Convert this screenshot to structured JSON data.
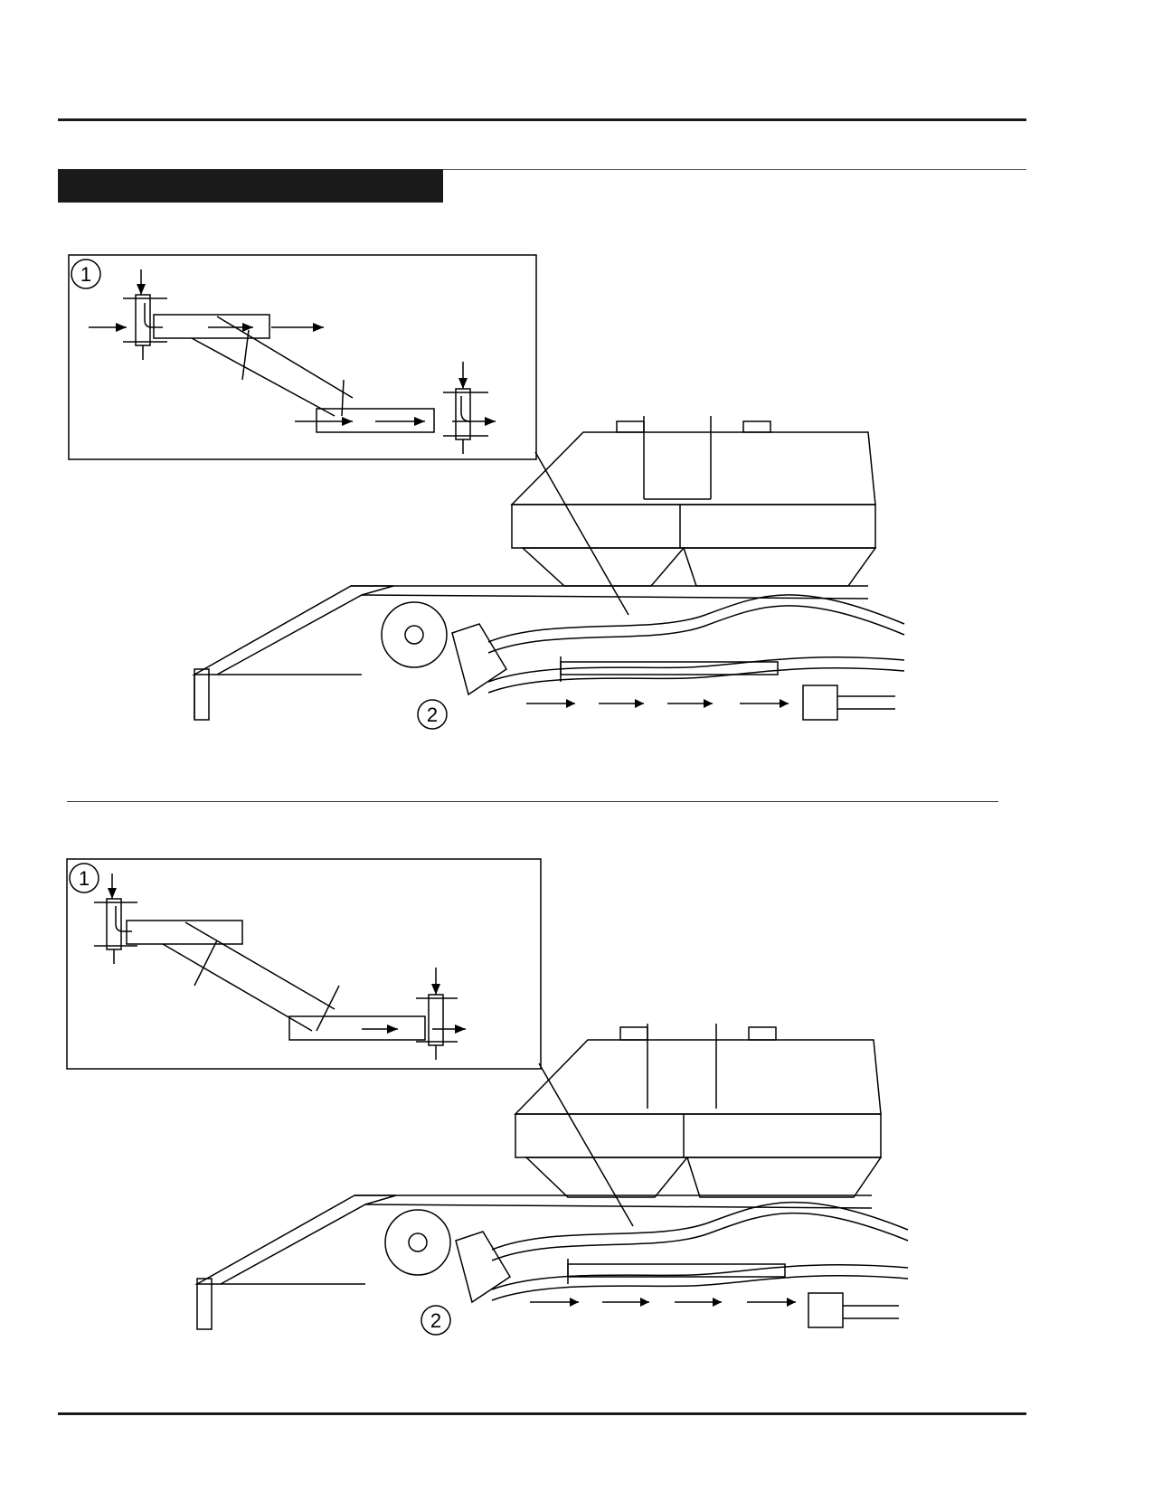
{
  "figures": [
    {
      "callouts": [
        {
          "id": "callout-1",
          "label": "1"
        },
        {
          "id": "callout-2",
          "label": "2"
        }
      ]
    },
    {
      "callouts": [
        {
          "id": "callout-1",
          "label": "1"
        },
        {
          "id": "callout-2",
          "label": "2"
        }
      ]
    }
  ],
  "colors": {
    "ink": "#000000",
    "bar": "#1a1a1a"
  }
}
